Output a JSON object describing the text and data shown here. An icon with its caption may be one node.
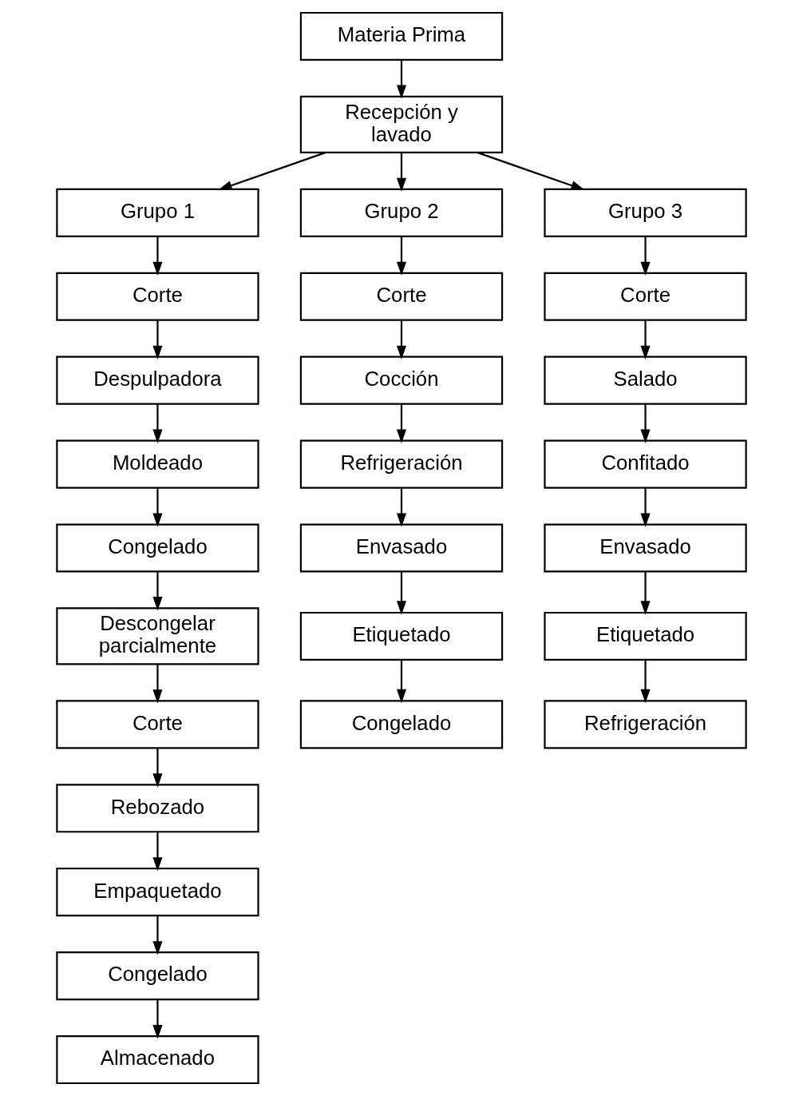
{
  "diagram": {
    "nodes": [
      {
        "text": [
          "Materia Prima"
        ]
      },
      {
        "text": [
          "Recepción y lavado"
        ]
      },
      {
        "text": [
          "Grupo 1"
        ]
      },
      {
        "text": [
          "Grupo 2"
        ]
      },
      {
        "text": [
          "Grupo 3"
        ]
      },
      {
        "text": [
          "Corte"
        ]
      },
      {
        "text": [
          "Corte"
        ]
      },
      {
        "text": [
          "Corte"
        ]
      },
      {
        "text": [
          "Despulpadora"
        ]
      },
      {
        "text": [
          "Cocción"
        ]
      },
      {
        "text": [
          "Salado"
        ]
      },
      {
        "text": [
          "Moldeado"
        ]
      },
      {
        "text": [
          "Refrigeración"
        ]
      },
      {
        "text": [
          "Confitado"
        ]
      },
      {
        "text": [
          "Congelado"
        ]
      },
      {
        "text": [
          "Envasado"
        ]
      },
      {
        "text": [
          "Envasado"
        ]
      },
      {
        "text": [
          "Descongelar parcialmente"
        ]
      },
      {
        "text": [
          "Etiquetado"
        ]
      },
      {
        "text": [
          "Etiquetado"
        ]
      },
      {
        "text": [
          "Corte"
        ]
      },
      {
        "text": [
          "Congelado"
        ]
      },
      {
        "text": [
          "Refrigeración"
        ]
      },
      {
        "text": [
          "Rebozado"
        ]
      },
      {
        "text": [
          "Empaquetado"
        ]
      },
      {
        "text": [
          "Congelado"
        ]
      },
      {
        "text": [
          "Almacenado"
        ]
      }
    ],
    "edges": [
      {
        "from": 0,
        "to": 1,
        "arrow": "to"
      },
      {
        "from": 1,
        "to": 2,
        "arrow": "to"
      },
      {
        "from": 1,
        "to": 3,
        "arrow": "to"
      },
      {
        "from": 1,
        "to": 4,
        "arrow": "to"
      },
      {
        "from": 2,
        "to": 5,
        "arrow": "to"
      },
      {
        "from": 5,
        "to": 8,
        "arrow": "to"
      },
      {
        "from": 8,
        "to": 11,
        "arrow": "to"
      },
      {
        "from": 11,
        "to": 14,
        "arrow": "to"
      },
      {
        "from": 14,
        "to": 17,
        "arrow": "to"
      },
      {
        "from": 17,
        "to": 20,
        "arrow": "to"
      },
      {
        "from": 20,
        "to": 23,
        "arrow": "to"
      },
      {
        "from": 23,
        "to": 24,
        "arrow": "to"
      },
      {
        "from": 24,
        "to": 25,
        "arrow": "to"
      },
      {
        "from": 25,
        "to": 26,
        "arrow": "to"
      },
      {
        "from": 3,
        "to": 6,
        "arrow": "to"
      },
      {
        "from": 6,
        "to": 9,
        "arrow": "to"
      },
      {
        "from": 9,
        "to": 12,
        "arrow": "to"
      },
      {
        "from": 12,
        "to": 15,
        "arrow": "to"
      },
      {
        "from": 15,
        "to": 18,
        "arrow": "to"
      },
      {
        "from": 18,
        "to": 21,
        "arrow": "to"
      },
      {
        "from": 4,
        "to": 7,
        "arrow": "to"
      },
      {
        "from": 7,
        "to": 10,
        "arrow": "to"
      },
      {
        "from": 10,
        "to": 13,
        "arrow": "to"
      },
      {
        "from": 13,
        "to": 16,
        "arrow": "to"
      },
      {
        "from": 16,
        "to": 19,
        "arrow": "to"
      },
      {
        "from": 19,
        "to": 22,
        "arrow": "to"
      }
    ]
  }
}
